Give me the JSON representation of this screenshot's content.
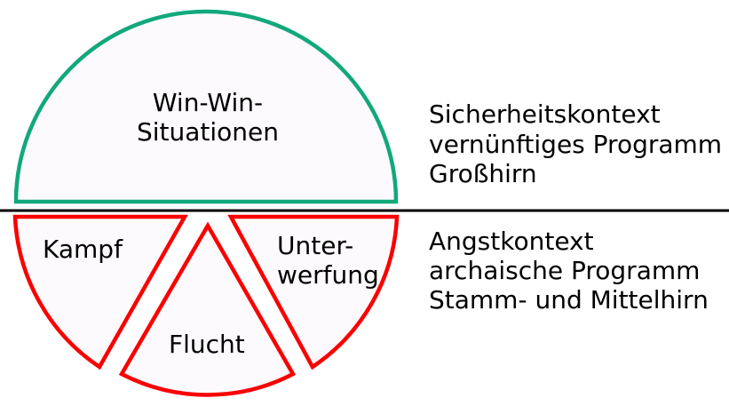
{
  "colors": {
    "secure_green": "#12a87c",
    "fear_red": "#fa0000",
    "divider_black": "#000000"
  },
  "semicircle_top": {
    "label_line1": "Win-Win-",
    "label_line2": "Situationen"
  },
  "slices": {
    "kampf": {
      "label": "Kampf"
    },
    "flucht": {
      "label": "Flucht"
    },
    "unterwerfung": {
      "label_line1": "Unter-",
      "label_line2": "werfung"
    }
  },
  "annotations": {
    "top": {
      "line1": "Sicherheitskontext",
      "line2": "vernünftiges Programm",
      "line3": "Großhirn"
    },
    "bottom": {
      "line1": "Angstkontext",
      "line2": "archaische Programm",
      "line3": "Stamm- und Mittelhirn"
    }
  }
}
